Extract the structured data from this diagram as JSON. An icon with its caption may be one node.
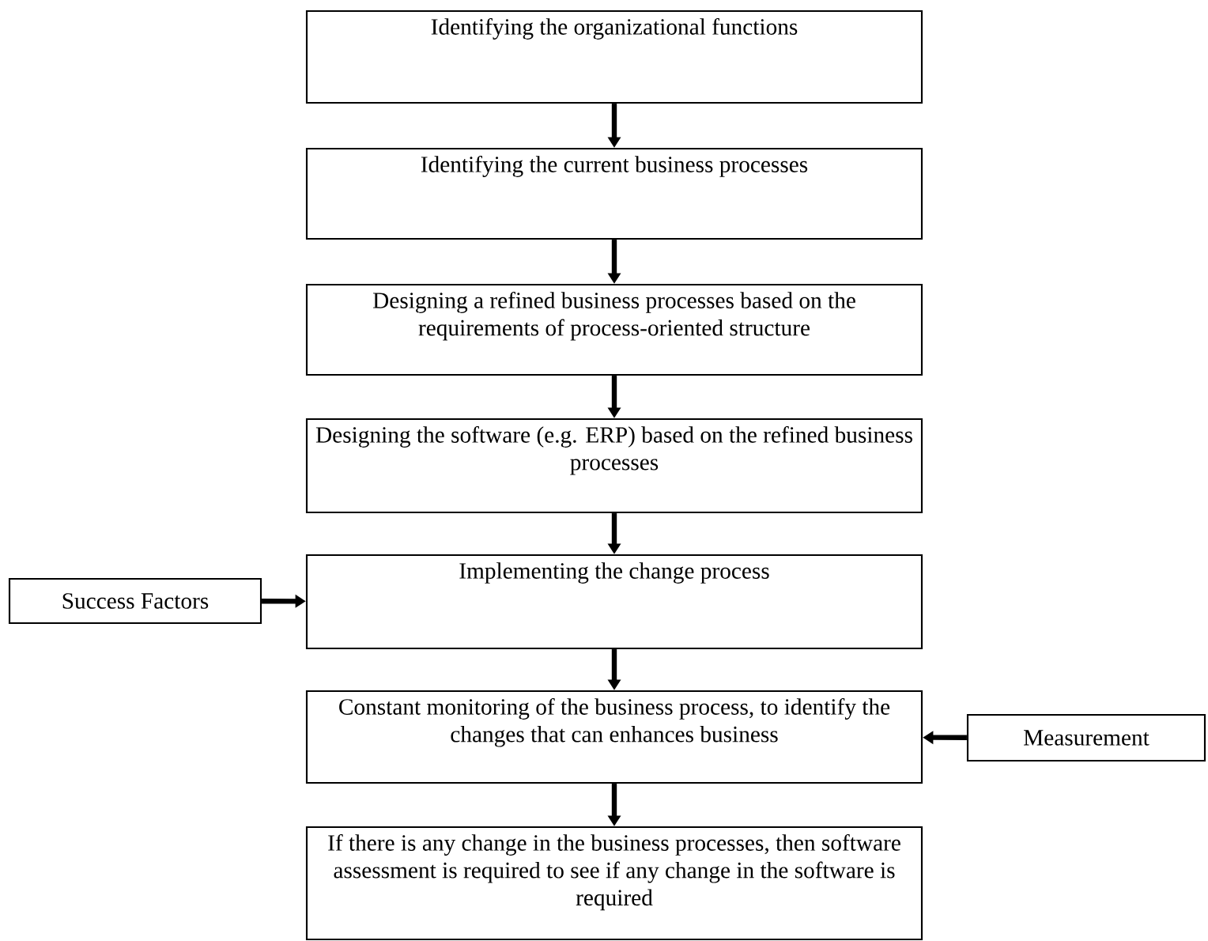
{
  "diagram": {
    "nodes": [
      {
        "text": [
          "Identifying the organizational functions"
        ]
      },
      {
        "text": [
          "Identifying the current business processes"
        ]
      },
      {
        "text": [
          "Designing a refined business processes based on the requirements of process-oriented structure"
        ]
      },
      {
        "text": [
          "Designing the software (e.g. ERP) based on the refined business processes"
        ]
      },
      {
        "text": [
          "Implementing the change process"
        ]
      },
      {
        "text": [
          "Constant monitoring of the business process, to identify the changes that can enhances business"
        ]
      },
      {
        "text": [
          "If there is any change in the business processes, then software assessment is required to see if any change in the software is required"
        ]
      },
      {
        "text": [
          "Success Factors"
        ]
      },
      {
        "text": [
          "Measurement"
        ]
      }
    ],
    "edges": [
      {
        "from": 0,
        "to": 1,
        "arrow": "to"
      },
      {
        "from": 1,
        "to": 2,
        "arrow": "to"
      },
      {
        "from": 2,
        "to": 3,
        "arrow": "to"
      },
      {
        "from": 3,
        "to": 4,
        "arrow": "to"
      },
      {
        "from": 4,
        "to": 5,
        "arrow": "to"
      },
      {
        "from": 5,
        "to": 6,
        "arrow": "to"
      },
      {
        "from": 7,
        "to": 4,
        "arrow": "to"
      },
      {
        "from": 8,
        "to": 5,
        "arrow": "to"
      }
    ]
  }
}
